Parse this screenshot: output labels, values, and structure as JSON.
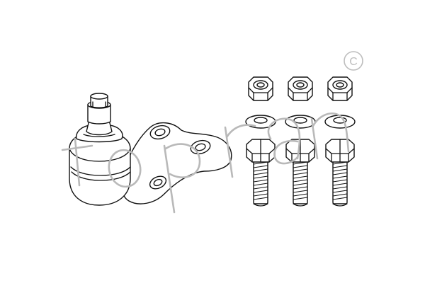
{
  "watermark": {
    "brand": "topran",
    "copyright_symbol": "C",
    "color": "#b9b9b9"
  },
  "line_color": "#111111",
  "background": "#ffffff",
  "parts": {
    "ball_joint": {
      "icon": "ball-joint-icon"
    },
    "nuts": {
      "count": 3,
      "icon": "hex-nut-icon"
    },
    "washers": {
      "count": 3,
      "icon": "washer-icon"
    },
    "bolts": {
      "count": 3,
      "icon": "hex-bolt-icon"
    }
  }
}
